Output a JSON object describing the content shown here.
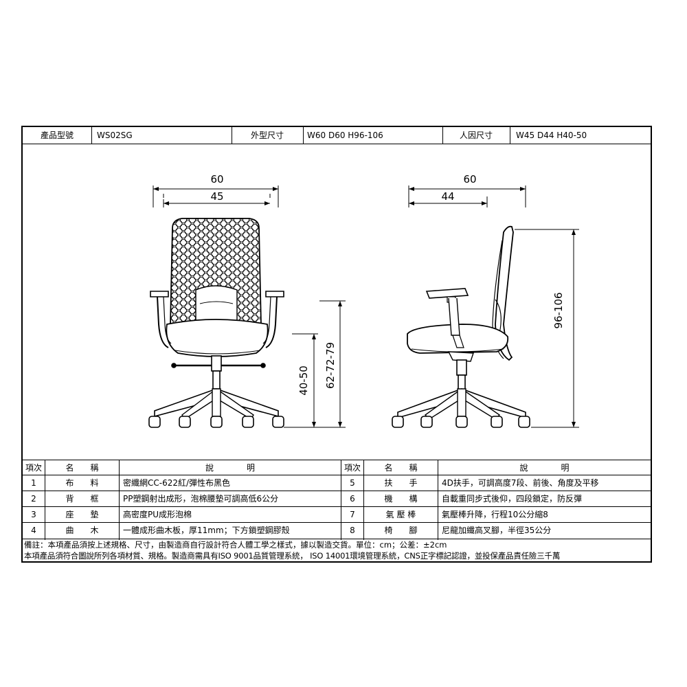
{
  "header": {
    "model_label": "產品型號",
    "model_value": "WS02SG",
    "outer_label": "外型尺寸",
    "outer_value": "W60 D60 H96-106",
    "ergo_label": "人因尺寸",
    "ergo_value": "W45 D44 H40-50"
  },
  "drawing": {
    "front": {
      "overall_width": "60",
      "seat_width": "45"
    },
    "side": {
      "overall_depth": "60",
      "seat_depth": "44",
      "total_height": "96-106"
    },
    "seat_height": "40-50",
    "arm_height": "62-72-79"
  },
  "table": {
    "headers": {
      "item": "項次",
      "name": "名　　稱",
      "desc": "說　　　　明"
    },
    "rows_left": [
      {
        "num": "1",
        "name": "布　　料",
        "desc": "密纖網CC-622紅/彈性布黑色"
      },
      {
        "num": "2",
        "name": "背　　框",
        "desc": "PP塑鋼射出成形，泡棉腰墊可調高低6公分"
      },
      {
        "num": "3",
        "name": "座　　墊",
        "desc": "高密度PU成形泡棉"
      },
      {
        "num": "4",
        "name": "曲　　木",
        "desc": "一體成形曲木板，厚11mm；下方鎖塑鋼膠殼"
      }
    ],
    "rows_right": [
      {
        "num": "5",
        "name": "扶　　手",
        "desc": "4D扶手，可調高度7段、前後、角度及平移"
      },
      {
        "num": "6",
        "name": "機　　構",
        "desc": "自載重同步式後仰，四段鎖定，防反彈"
      },
      {
        "num": "7",
        "name": "氣 壓 棒",
        "desc": "氣壓棒升降，行程10公分縮8"
      },
      {
        "num": "8",
        "name": "椅　　腳",
        "desc": "尼龍加纖高叉腳，半徑35公分"
      }
    ]
  },
  "notes": {
    "line1": "備註：本項產品須按上述規格、尺寸，由製造商自行設計符合人體工學之樣式，據以製造交貨。單位：cm；公差：±2cm",
    "line2": "本項產品須符合圖說所列各項材質、規格。製造商需具有ISO 9001品質管理系統， ISO 14001環境管理系統，CNS正字標記認證，並投保產品責任險三千萬"
  }
}
